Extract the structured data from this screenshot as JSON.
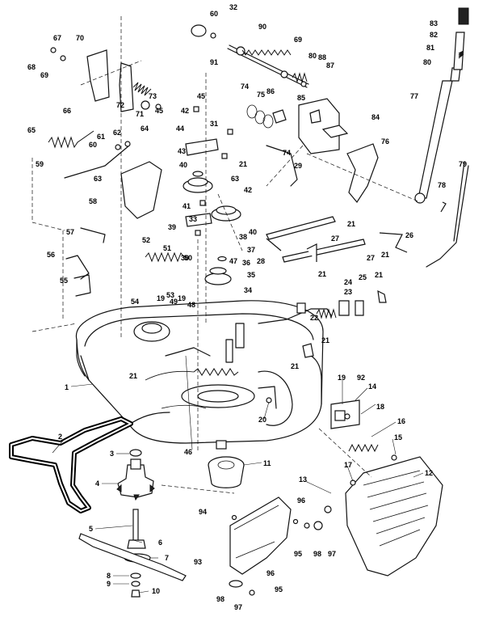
{
  "callouts": [
    "1",
    "2",
    "3",
    "4",
    "5",
    "6",
    "7",
    "8",
    "9",
    "10",
    "11",
    "12",
    "13",
    "14",
    "15",
    "16",
    "17",
    "18",
    "19",
    "19",
    "19",
    "20",
    "21",
    "21",
    "21",
    "21",
    "21",
    "21",
    "21",
    "21",
    "22",
    "23",
    "24",
    "25",
    "26",
    "27",
    "27",
    "28",
    "29",
    "30",
    "31",
    "32",
    "33",
    "34",
    "35",
    "36",
    "37",
    "38",
    "39",
    "40",
    "40",
    "41",
    "42",
    "42",
    "43",
    "44",
    "45",
    "45",
    "46",
    "47",
    "48",
    "49",
    "50",
    "51",
    "52",
    "53",
    "54",
    "55",
    "56",
    "57",
    "58",
    "59",
    "60",
    "60",
    "61",
    "62",
    "63",
    "63",
    "64",
    "65",
    "66",
    "67",
    "68",
    "69",
    "69",
    "70",
    "71",
    "72",
    "73",
    "74",
    "74",
    "75",
    "76",
    "77",
    "78",
    "79",
    "80",
    "80",
    "81",
    "82",
    "83",
    "84",
    "85",
    "86",
    "87",
    "88",
    "90",
    "91",
    "92",
    "93",
    "94",
    "95",
    "95",
    "96",
    "96",
    "97",
    "97",
    "98",
    "98"
  ]
}
